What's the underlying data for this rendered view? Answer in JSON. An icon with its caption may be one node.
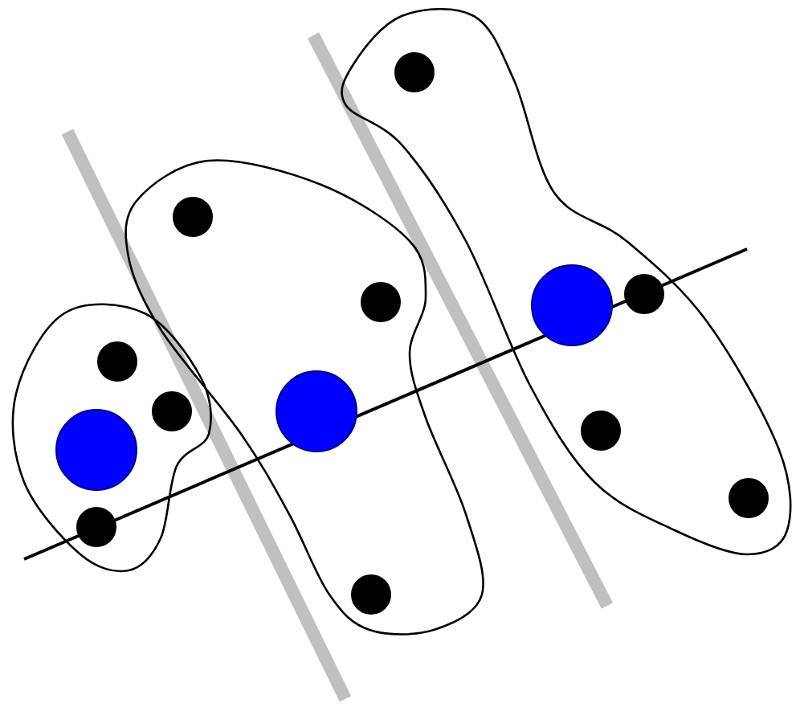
{
  "diagram": {
    "nodes": [
      {
        "text": [],
        "shape": "blob"
      },
      {
        "text": [],
        "shape": "circle",
        "in": 0
      },
      {
        "text": [],
        "shape": "circle",
        "in": 0
      },
      {
        "text": [],
        "shape": "circle",
        "in": 0
      },
      {
        "text": [],
        "shape": "circle",
        "in": 0
      },
      {
        "text": [],
        "shape": "blob"
      },
      {
        "text": [],
        "shape": "circle",
        "in": 5
      },
      {
        "text": [],
        "shape": "circle",
        "in": 5
      },
      {
        "text": [],
        "shape": "circle",
        "in": 5
      },
      {
        "text": [],
        "shape": "circle",
        "in": 5
      },
      {
        "text": [],
        "shape": "blob"
      },
      {
        "text": [],
        "shape": "circle",
        "in": 10
      },
      {
        "text": [],
        "shape": "circle",
        "in": 10
      },
      {
        "text": [],
        "shape": "circle",
        "in": 10
      },
      {
        "text": [],
        "shape": "circle",
        "in": 10
      },
      {
        "text": [],
        "shape": "circle",
        "in": 10
      }
    ]
  }
}
